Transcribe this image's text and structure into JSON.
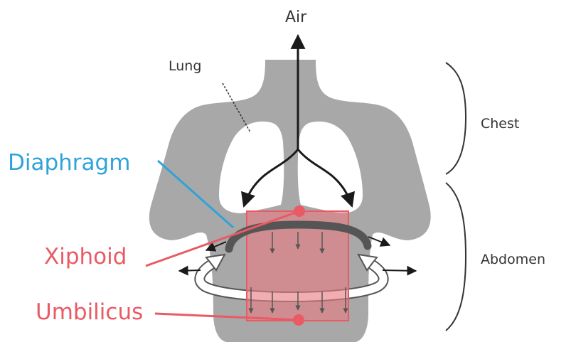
{
  "labels": {
    "air": "Air",
    "lung": "Lung",
    "chest": "Chest",
    "abdomen": "Abdomen",
    "diaphragm": "Diaphragm",
    "xiphoid": "Xiphoid",
    "umbilicus": "Umbilicus"
  },
  "colors": {
    "body": "#a8a8a8",
    "lung": "#ffffff",
    "diaphragm_label": "#2fa3d8",
    "landmark": "#ea5a64",
    "box_fill": "#e87c82",
    "arrow": "#1a1a1a",
    "text": "#333333"
  },
  "icons": {
    "diaphragm_band": "diaphragm-muscle",
    "abdominal_ring": "abdominal-expansion-ring",
    "downward_arrow": "diaphragm-descent-arrow"
  }
}
